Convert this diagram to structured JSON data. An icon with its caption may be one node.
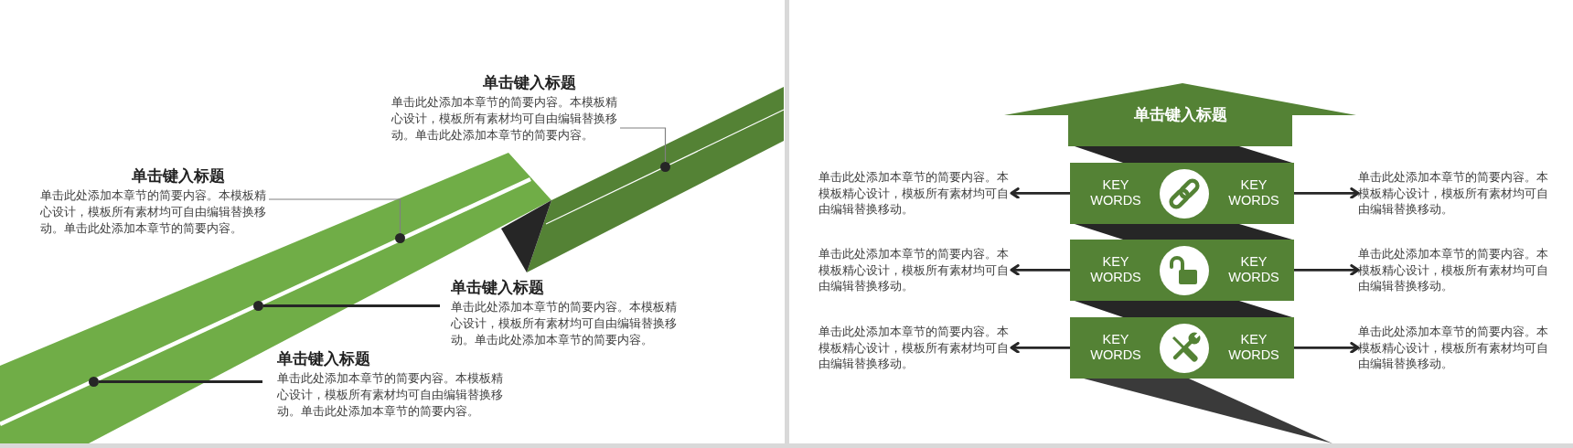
{
  "diagram": {
    "nodes": [
      {
        "text": [
          "单击键入标题",
          "单击此处添加本章节的简要内容。本模板精心设计，模板所有素材均可自由编辑替换移动。单击此处添加本章节的简要内容。"
        ]
      },
      {
        "text": [],
        "shape": "circle"
      },
      {
        "text": [
          "单击键入标题",
          "单击此处添加本章节的简要内容。本模板精心设计，模板所有素材均可自由编辑替换移动。单击此处添加本章节的简要内容。"
        ]
      },
      {
        "text": [],
        "shape": "circle"
      },
      {
        "text": [
          "单击键入标题",
          "单击此处添加本章节的简要内容。本模板精心设计，模板所有素材均可自由编辑替换移动。单击此处添加本章节的简要内容。"
        ]
      },
      {
        "text": [],
        "shape": "circle"
      },
      {
        "text": [
          "单击键入标题",
          "单击此处添加本章节的简要内容。本模板精心设计，模板所有素材均可自由编辑替换移动。单击此处添加本章节的简要内容。"
        ]
      },
      {
        "text": [],
        "shape": "circle"
      },
      {
        "text": [
          "单击键入标题"
        ]
      },
      {
        "text": [
          "单击此处添加本章节的简要内容。本模板精心设计，模板所有素材均可自由编辑替换移动。"
        ]
      },
      {
        "text": [
          "KEY WORDS",
          "KEY WORDS"
        ]
      },
      {
        "text": [
          "单击此处添加本章节的简要内容。本模板精心设计，模板所有素材均可自由编辑替换移动。"
        ]
      },
      {
        "text": [
          "单击此处添加本章节的简要内容。本模板精心设计，模板所有素材均可自由编辑替换移动。"
        ]
      },
      {
        "text": [
          "KEY WORDS",
          "KEY WORDS"
        ]
      },
      {
        "text": [
          "单击此处添加本章节的简要内容。本模板精心设计，模板所有素材均可自由编辑替换移动。"
        ]
      },
      {
        "text": [
          "单击此处添加本章节的简要内容。本模板精心设计，模板所有素材均可自由编辑替换移动。"
        ]
      },
      {
        "text": [
          "KEY WORDS",
          "KEY WORDS"
        ]
      },
      {
        "text": [
          "单击此处添加本章节的简要内容。本模板精心设计，模板所有素材均可自由编辑替换移动。"
        ]
      }
    ],
    "edges": [
      {
        "from": 0,
        "to": 1,
        "arrow": "none",
        "color": "#808080"
      },
      {
        "from": 2,
        "to": 3,
        "arrow": "none",
        "color": "#808080"
      },
      {
        "from": 4,
        "to": 5,
        "arrow": "none"
      },
      {
        "from": 6,
        "to": 7,
        "arrow": "none"
      },
      {
        "from": 10,
        "to": 9,
        "arrow": "to"
      },
      {
        "from": 10,
        "to": 11,
        "arrow": "to"
      },
      {
        "from": 13,
        "to": 12,
        "arrow": "to"
      },
      {
        "from": 13,
        "to": 14,
        "arrow": "to"
      },
      {
        "from": 16,
        "to": 15,
        "arrow": "to"
      },
      {
        "from": 16,
        "to": 17,
        "arrow": "to"
      }
    ]
  }
}
